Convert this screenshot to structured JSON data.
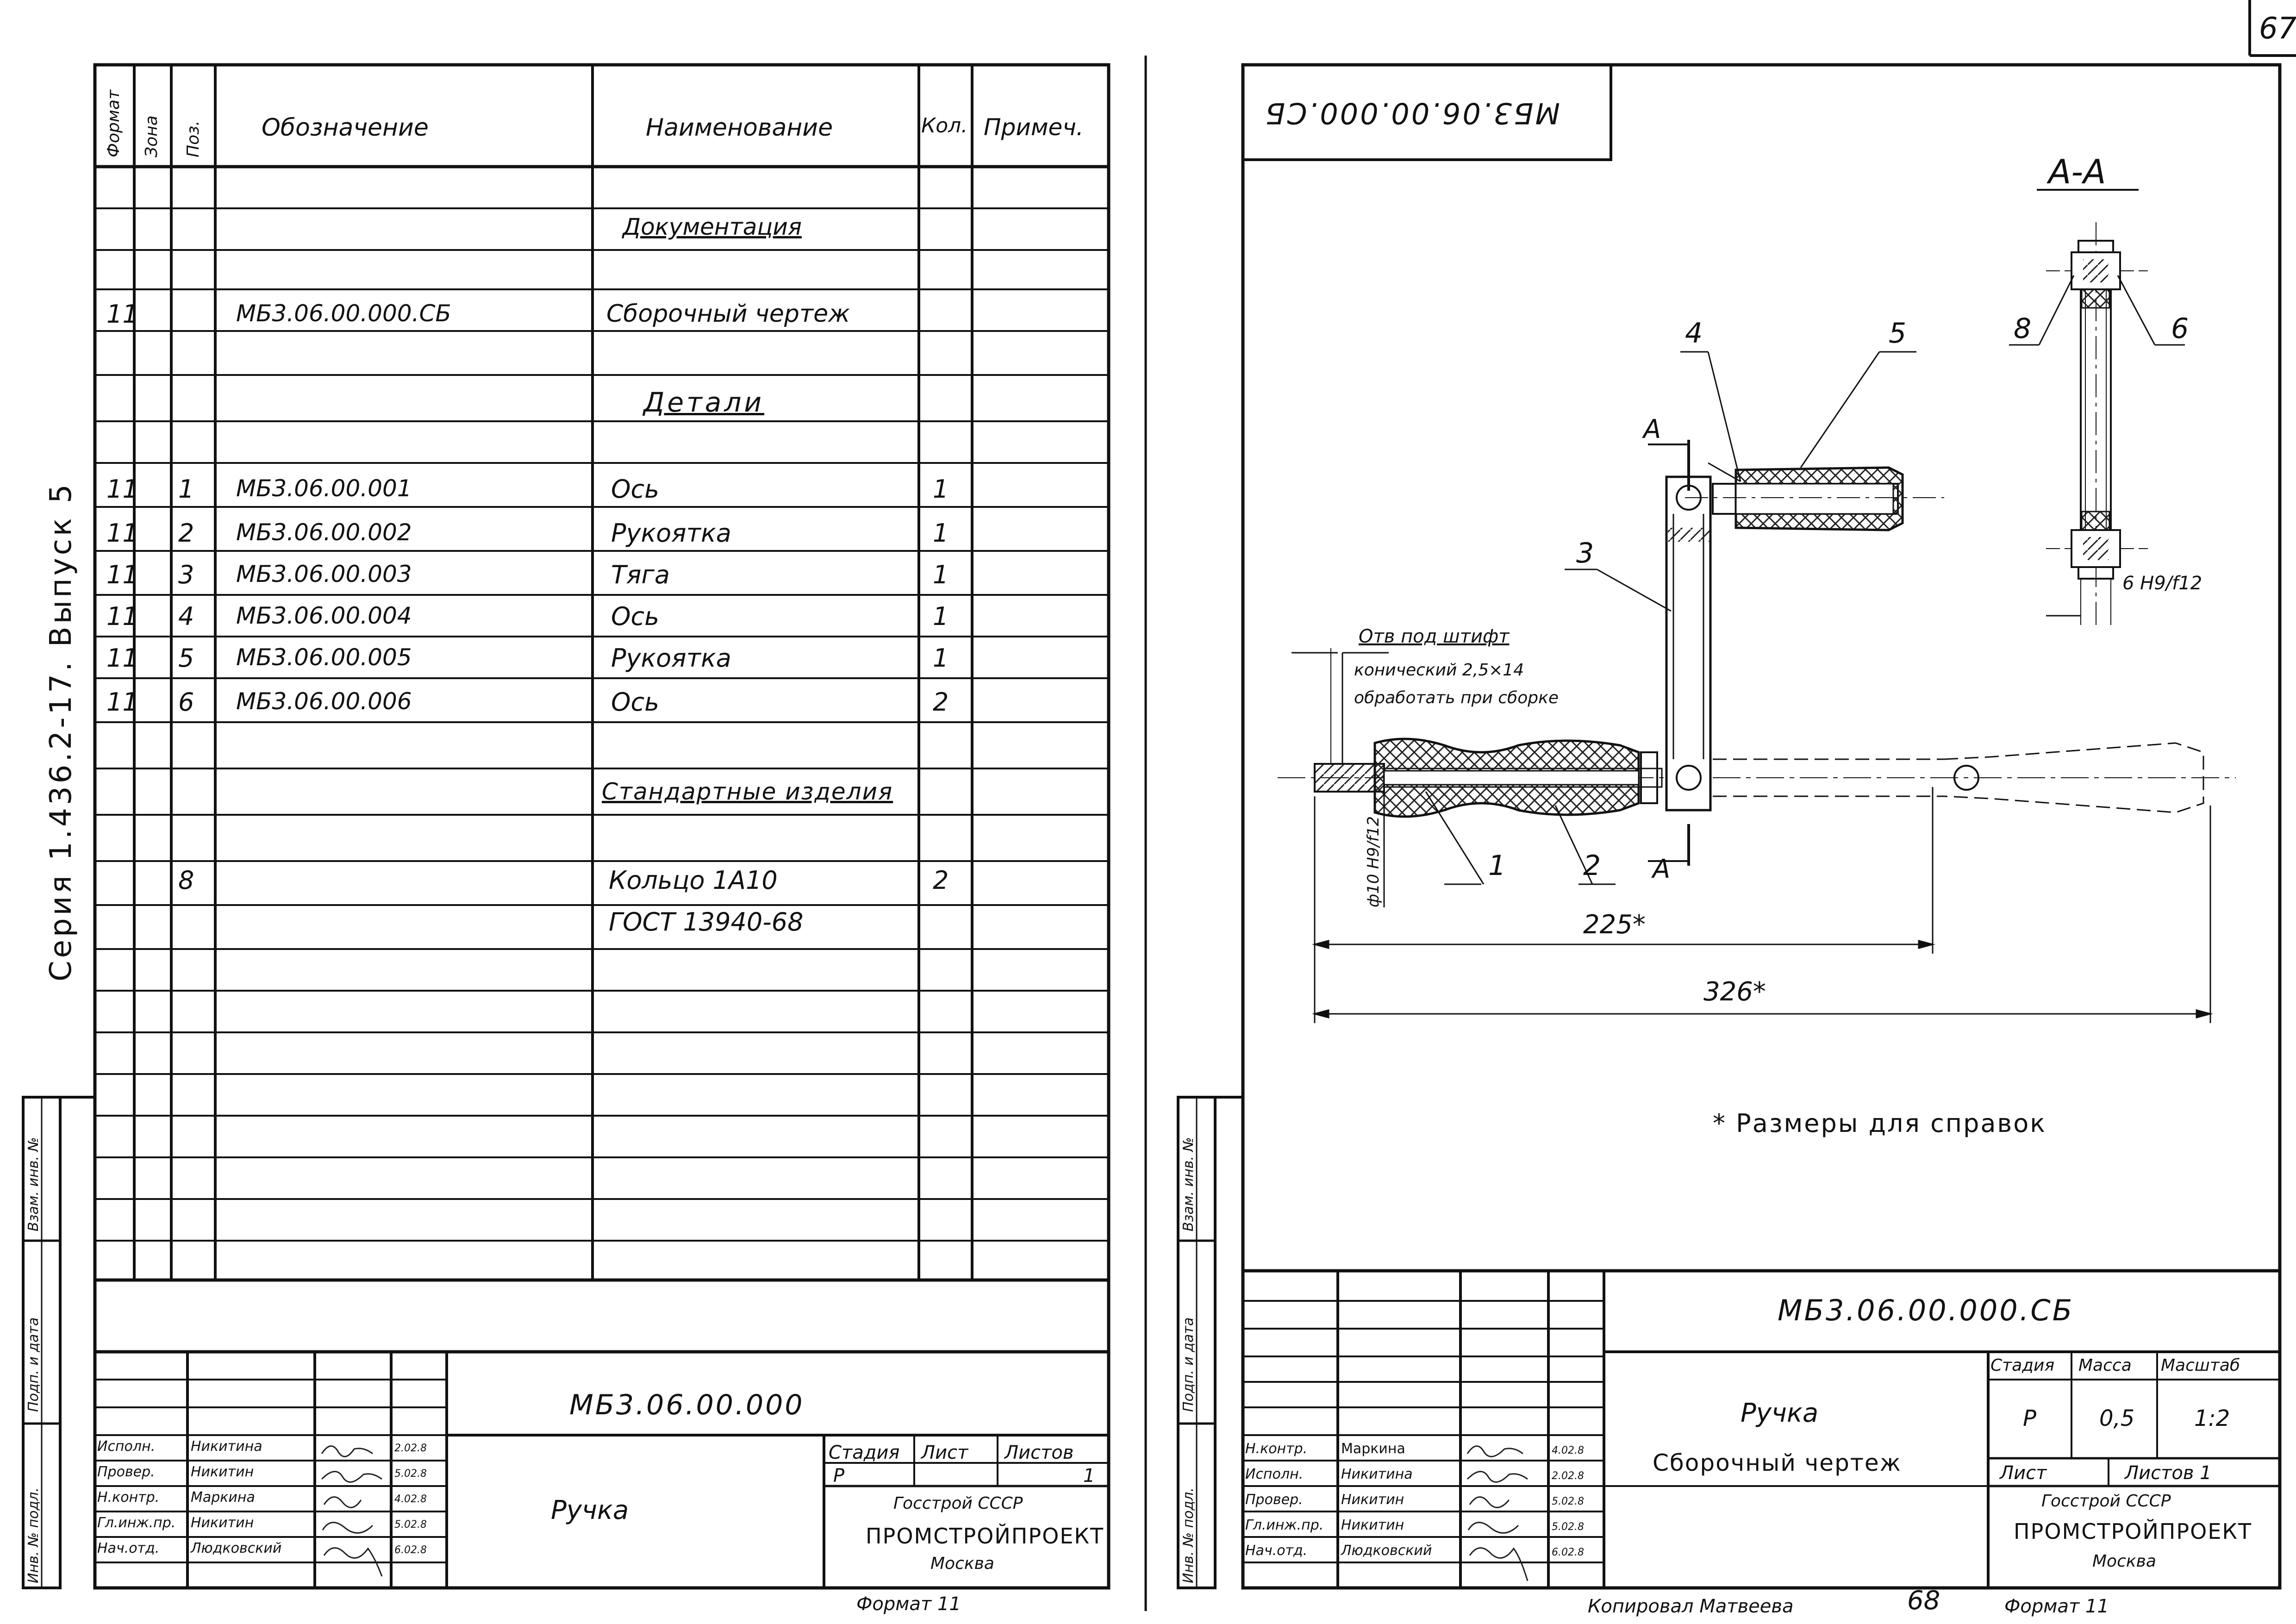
{
  "page_number": "67",
  "series_label": "Серия 1.436.2-17. Выпуск 5",
  "spec": {
    "headers": {
      "format": "Формат",
      "zone": "Зона",
      "pos": "Поз.",
      "designation": "Обозначение",
      "name": "Наименование",
      "qty": "Кол.",
      "note": "Примеч."
    },
    "rows": [
      {
        "format": "",
        "pos": "",
        "designation": "",
        "name": "Документация",
        "qty": ""
      },
      {
        "format": "11",
        "pos": "",
        "designation": "МБ3.06.00.000.СБ",
        "name": "Сборочный чертеж",
        "qty": ""
      },
      {
        "format": "",
        "pos": "",
        "designation": "",
        "name": "Детали",
        "qty": ""
      },
      {
        "format": "11",
        "pos": "1",
        "designation": "МБ3.06.00.001",
        "name": "Ось",
        "qty": "1"
      },
      {
        "format": "11",
        "pos": "2",
        "designation": "МБ3.06.00.002",
        "name": "Рукоятка",
        "qty": "1"
      },
      {
        "format": "11",
        "pos": "3",
        "designation": "МБ3.06.00.003",
        "name": "Тяга",
        "qty": "1"
      },
      {
        "format": "11",
        "pos": "4",
        "designation": "МБ3.06.00.004",
        "name": "Ось",
        "qty": "1"
      },
      {
        "format": "11",
        "pos": "5",
        "designation": "МБ3.06.00.005",
        "name": "Рукоятка",
        "qty": "1"
      },
      {
        "format": "11",
        "pos": "6",
        "designation": "МБ3.06.00.006",
        "name": "Ось",
        "qty": "2"
      },
      {
        "format": "",
        "pos": "",
        "designation": "",
        "name": "Стандартные изделия",
        "qty": ""
      },
      {
        "format": "",
        "pos": "8",
        "designation": "",
        "name": "Кольцо 1А10",
        "qty": "2"
      },
      {
        "format": "",
        "pos": "",
        "designation": "",
        "name": "ГОСТ 13940-68",
        "qty": ""
      }
    ]
  },
  "side_stamp": {
    "vzam": "Взам. инв. №",
    "podp": "Подп. и дата",
    "inv": "Инв. № подл."
  },
  "left_title_block": {
    "code": "МБ3.06.00.000",
    "title": "Ручка",
    "roles": [
      "Исполн.",
      "Провер.",
      "Н.контр.",
      "Гл.инж.пр.",
      "Нач.отд."
    ],
    "names": [
      "Никитина",
      "Никитин",
      "Маркина",
      "Никитин",
      "Людковский"
    ],
    "dates": [
      "2.02.8",
      "5.02.8",
      "4.02.8",
      "5.02.8",
      "6.02.8"
    ],
    "stage_label": "Стадия",
    "sheet_label": "Лист",
    "sheets_label": "Листов",
    "stage": "Р",
    "sheets": "1",
    "org1": "Госстрой СССР",
    "org2": "ПРОМСТРОЙПРОЕКТ",
    "org3": "Москва",
    "format_note": "Формат 11"
  },
  "drawing": {
    "mirrored_code": "МБ3.06.00.000.СБ",
    "section_label": "А-А",
    "callouts": [
      "1",
      "2",
      "3",
      "4",
      "5",
      "6",
      "8"
    ],
    "cut_mark": "А",
    "hole_note_1": "Отв под штифт",
    "hole_note_2": "конический 2,5×14",
    "hole_note_3": "обработать при сборке",
    "dim_diameter": "ф10 H9/f12",
    "dim_6": "6 H9/f12",
    "dim_225": "225*",
    "dim_326": "326*",
    "ref_note": "* Размеры для справок"
  },
  "right_title_block": {
    "code": "МБ3.06.00.000.СБ",
    "title": "Ручка",
    "subtitle": "Сборочный чертеж",
    "roles": [
      "Н.контр.",
      "Исполн.",
      "Провер.",
      "Гл.инж.пр.",
      "Нач.отд."
    ],
    "names": [
      "Маркина",
      "Никитина",
      "Никитин",
      "Никитин",
      "Людковский"
    ],
    "dates": [
      "4.02.8",
      "2.02.8",
      "5.02.8",
      "5.02.8",
      "6.02.8"
    ],
    "stage_label": "Стадия",
    "mass_label": "Масса",
    "scale_label": "Масштаб",
    "stage": "Р",
    "mass": "0,5",
    "scale": "1:2",
    "sheet_label": "Лист",
    "sheets_label": "Листов 1",
    "org1": "Госстрой СССР",
    "org2": "ПРОМСТРОЙПРОЕКТ",
    "org3": "Москва",
    "copied_by": "Копировал Матвеева",
    "footer_number": "68",
    "format_note": "Формат 11"
  }
}
